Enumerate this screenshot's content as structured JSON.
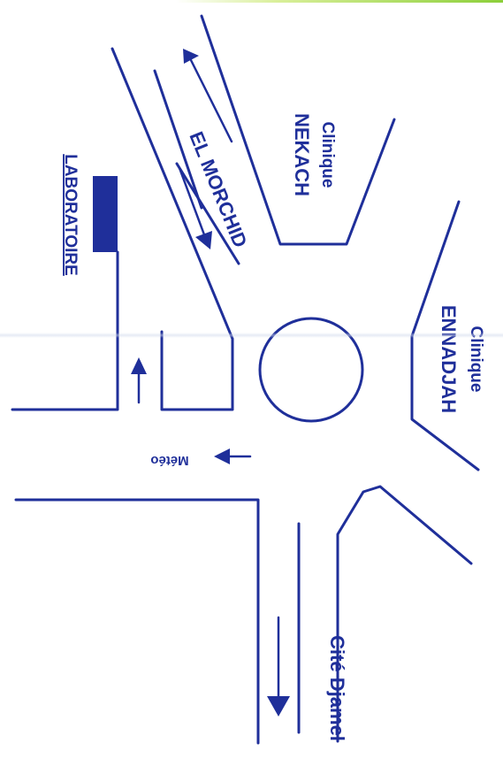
{
  "labels": {
    "laboratoire": "LABORATOIRE",
    "el_morchid": "EL MORCHID",
    "clinique_nekach_line1": "Clinique",
    "clinique_nekach_line2": "NEKACH",
    "clinique_ennadjah_line1": "Clinique",
    "clinique_ennadjah_line2": "ENNADJAH",
    "meteo": "Météo",
    "cite_djamel": "Cité Djamel"
  },
  "colors": {
    "ink": "#1f2f9a",
    "paper": "#ffffff"
  },
  "icons": {
    "laboratory_marker": "filled-rectangle",
    "roundabout": "circle",
    "arrows": "arrow-icon"
  }
}
